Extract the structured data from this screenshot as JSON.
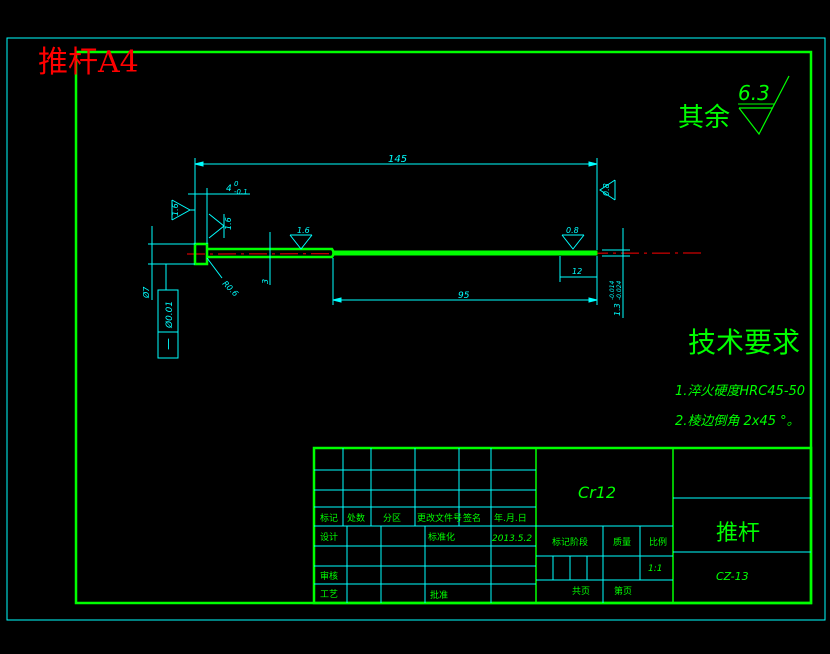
{
  "sheet": {
    "title": "推杆A4",
    "colors": {
      "background": "#000000",
      "border": "#00ff00",
      "line": "#00ffff",
      "title": "#ff0000",
      "dim": "#00ffff",
      "text": "#00ff00",
      "centerline": "#ff0000"
    }
  },
  "roughness": {
    "label": "其余",
    "value": "6.3"
  },
  "dimensions": {
    "overall_length": "145",
    "head_thickness": "4",
    "head_tol": "-0.1",
    "head_tol_upper": "0",
    "shank_length": "95",
    "tip_length": "12",
    "head_diameter": "Ø7",
    "shank_diameter": "3",
    "tip_diameter": "1.3",
    "tip_tol_upper": "-0.014",
    "tip_tol_lower": "-0.024",
    "fillet": "R0.6",
    "rough_head_a": "1.6",
    "rough_head_b": "1.6",
    "rough_shank": "1.6",
    "rough_tip": "0.8",
    "rough_end": "0.8"
  },
  "tolerance_frame": {
    "symbol": "—",
    "value": "Ø0.01"
  },
  "requirements": {
    "heading": "技术要求",
    "items": [
      "1.淬火硬度HRC45-50",
      "2.棱边倒角 2x45 °。"
    ]
  },
  "title_block": {
    "material": "Cr12",
    "part_name": "推杆",
    "drawing_no": "CZ-13",
    "scale": "1:1",
    "date": "2013.5.2",
    "headers": [
      "标记",
      "处数",
      "分区",
      "更改文件号",
      "签名",
      "年.月.日"
    ],
    "design": "设计",
    "standardization": "标准化",
    "stage_mark": "标记阶段",
    "weight": "质量",
    "ratio": "比例",
    "review": "审核",
    "process": "工艺",
    "approve": "批准",
    "total_sheets": "共页",
    "sheet_no": "第页"
  }
}
